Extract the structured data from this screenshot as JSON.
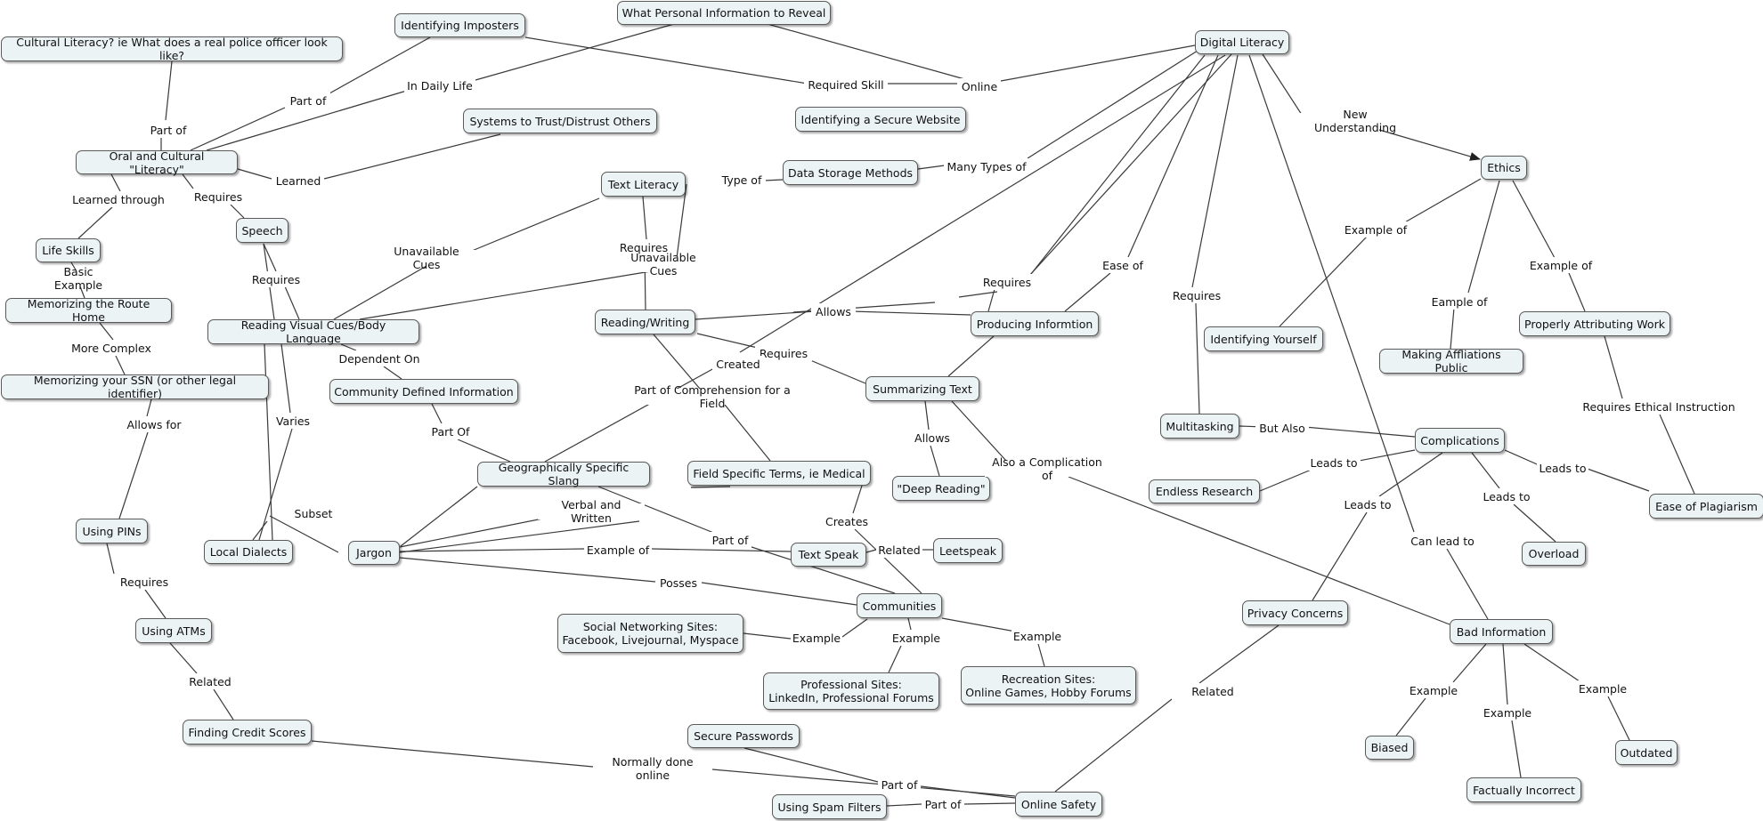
{
  "nodes": {
    "cultural_literacy": "Cultural Literacy? ie What does a real police officer look like?",
    "identifying_imposters": "Identifying Imposters",
    "what_personal_info": "What Personal Information to Reveal",
    "digital_literacy": "Digital Literacy",
    "identifying_secure_website": "Identifying a Secure Website",
    "systems_to_trust": "Systems to Trust/Distrust Others",
    "oral_cultural_literacy": "Oral and Cultural \"Literacy\"",
    "text_literacy": "Text Literacy",
    "data_storage_methods": "Data Storage Methods",
    "ethics": "Ethics",
    "life_skills": "Life Skills",
    "speech": "Speech",
    "memorizing_route_home": "Memorizing the Route Home",
    "reading_visual_cues": "Reading Visual Cues/Body Language",
    "reading_writing": "Reading/Writing",
    "producing_information": "Producing Informtion",
    "properly_attributing_work": "Properly Attributing Work",
    "identifying_yourself": "Identifying Yourself",
    "making_affiliations_public": "Making Affliations Public",
    "memorizing_ssn": "Memorizing your SSN (or other legal identifier)",
    "community_defined_info": "Community Defined Information",
    "summarizing_text": "Summarizing Text",
    "multitasking": "Multitasking",
    "complications": "Complications",
    "geographically_specific_slang": "Geographically Specific Slang",
    "field_specific_terms": "Field Specific Terms, ie Medical",
    "deep_reading": "\"Deep Reading\"",
    "endless_research": "Endless Research",
    "ease_of_plagiarism": "Ease of Plagiarism",
    "using_pins": "Using PINs",
    "local_dialects": "Local Dialects",
    "jargon": "Jargon",
    "text_speak": "Text Speak",
    "leetspeak": "Leetspeak",
    "overload": "Overload",
    "communities": "Communities",
    "privacy_concerns": "Privacy Concerns",
    "bad_information": "Bad Information",
    "using_atms": "Using ATMs",
    "social_networking_sites": "Social Networking Sites:\nFacebook, Livejournal, Myspace",
    "professional_sites": "Professional Sites:\nLinkedIn, Professional Forums",
    "recreation_sites": "Recreation Sites:\nOnline Games, Hobby Forums",
    "finding_credit_scores": "Finding Credit Scores",
    "secure_passwords": "Secure Passwords",
    "biased": "Biased",
    "outdated": "Outdated",
    "factually_incorrect": "Factually Incorrect",
    "using_spam_filters": "Using Spam Filters",
    "online_safety": "Online Safety"
  },
  "links": {
    "part_of_1": "Part of",
    "part_of_2": "Part of",
    "in_daily_life": "In Daily Life",
    "required_skill": "Required Skill",
    "online": "Online",
    "new_understanding": "New Understanding",
    "learned": "Learned",
    "learned_through": "Learned through",
    "requires_1": "Requires",
    "type_of": "Type of",
    "many_types_of": "Many Types of",
    "example_of_1": "Example of",
    "example_of_2": "Example of",
    "eample_of": "Eample of",
    "basic_example": "Basic Example",
    "requires_2": "Requires",
    "unavailable_cues_1": "Unavailable Cues",
    "requires_3": "Requires",
    "unavailable_cues_2": "Unavailable Cues",
    "requires_4": "Requires",
    "ease_of": "Ease of",
    "requires_5": "Requires",
    "more_complex": "More Complex",
    "allows_1": "Allows",
    "dependent_on": "Dependent On",
    "requires_6": "Requires",
    "created": "Created",
    "part_of_comprehension": "Part of Comprehension for a Field",
    "requires_ethical_instruction": "Requires Ethical Instruction",
    "allows_for": "Allows for",
    "part_of_3": "Part Of",
    "but_also": "But Also",
    "varies": "Varies",
    "allows_2": "Allows",
    "also_a_complication_of": "Also a Complication of",
    "leads_to_1": "Leads to",
    "leads_to_2": "Leads to",
    "leads_to_3": "Leads to",
    "leads_to_4": "Leads to",
    "subset": "Subset",
    "verbal_and_written": "Verbal and Written",
    "creates": "Creates",
    "can_lead_to": "Can lead to",
    "part_of_4": "Part of",
    "example_of_3": "Example of",
    "related_1": "Related",
    "requires_7": "Requires",
    "posses": "Posses",
    "example_1": "Example",
    "example_2": "Example",
    "example_3": "Example",
    "related_2": "Related",
    "related_3": "Related",
    "example_4": "Example",
    "example_5": "Example",
    "example_6": "Example",
    "normally_done_online": "Normally done online",
    "part_of_5": "Part of",
    "part_of_6": "Part of"
  }
}
